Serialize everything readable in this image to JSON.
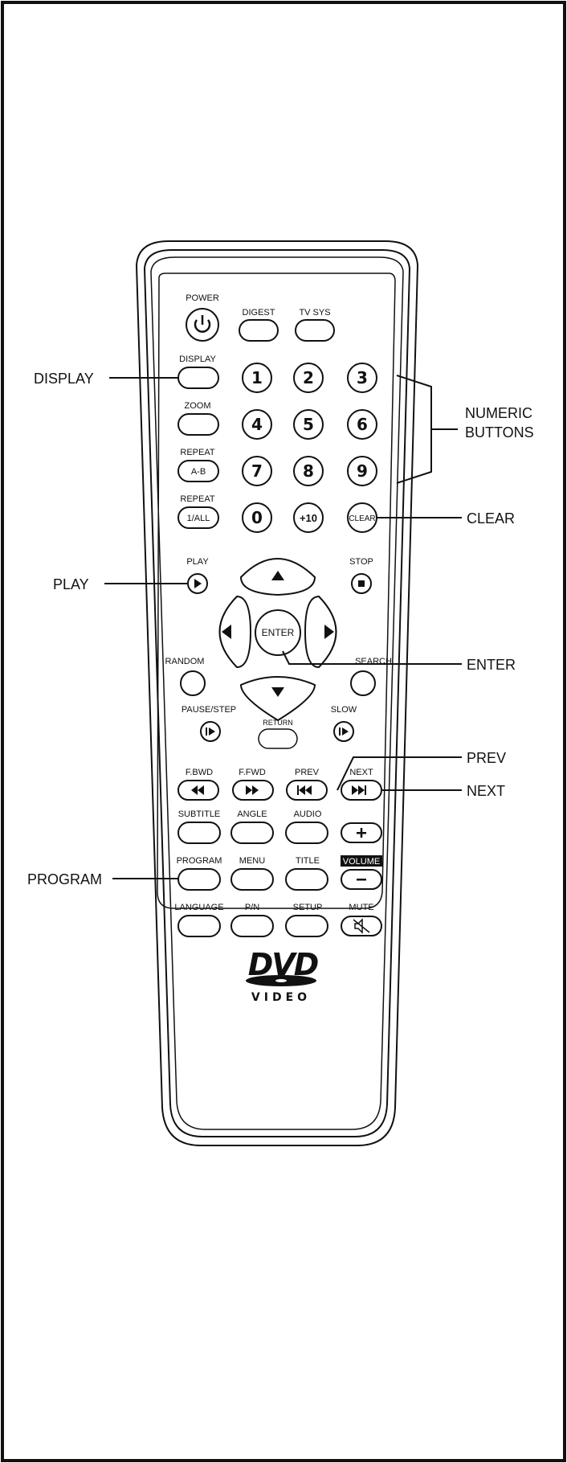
{
  "remote": {
    "power_label": "POWER",
    "digest_label": "DIGEST",
    "tvsys_label": "TV SYS",
    "display_label": "DISPLAY",
    "zoom_label": "ZOOM",
    "repeat_ab_label": "REPEAT",
    "repeat_ab_button": "A-B",
    "repeat_all_label": "REPEAT",
    "repeat_all_button": "1/ALL",
    "digits": [
      "1",
      "2",
      "3",
      "4",
      "5",
      "6",
      "7",
      "8",
      "9",
      "0"
    ],
    "plus10": "+10",
    "clear_button": "CLEAR",
    "play_label": "PLAY",
    "stop_label": "STOP",
    "enter_button": "ENTER",
    "random_label": "RANDOM",
    "search_label": "SEARCH",
    "pause_step_label": "PAUSE/STEP",
    "return_label": "RETURN",
    "slow_label": "SLOW",
    "fbwd_label": "F.BWD",
    "ffwd_label": "F.FWD",
    "prev_label": "PREV",
    "next_label": "NEXT",
    "subtitle_label": "SUBTITLE",
    "angle_label": "ANGLE",
    "audio_label": "AUDIO",
    "program_label": "PROGRAM",
    "menu_label": "MENU",
    "title_label": "TITLE",
    "volume_label": "VOLUME",
    "language_label": "LANGUAGE",
    "pn_label": "P/N",
    "setup_label": "SETUP",
    "mute_label": "MUTE",
    "logo_text": "DVD",
    "logo_sub": "VIDEO"
  },
  "callouts": {
    "display": "DISPLAY",
    "numeric_line1": "NUMERIC",
    "numeric_line2": "BUTTONS",
    "clear": "CLEAR",
    "play": "PLAY",
    "enter": "ENTER",
    "prev": "PREV",
    "next": "NEXT",
    "program": "PROGRAM"
  }
}
